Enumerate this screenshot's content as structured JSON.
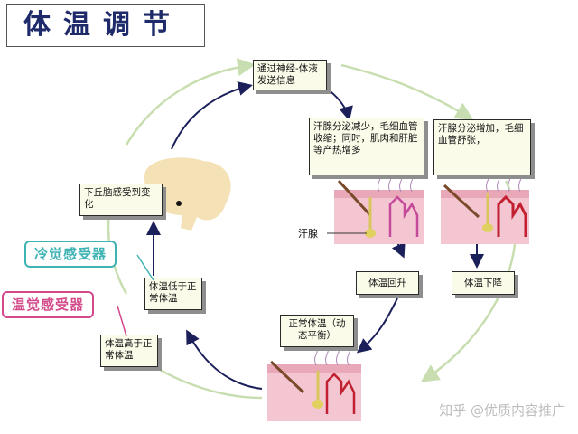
{
  "title": "体温调节",
  "nodes": {
    "signal": "通过神经-体液发送信息",
    "cold_response": "汗腺分泌减少，毛细血管收缩；同时，肌肉和肝脏等产热增多",
    "hot_response": "汗腺分泌增加，毛细血管舒张，",
    "hypothalamus": "下丘脑感受到变化",
    "temp_low": "体温低于正常体温",
    "temp_high": "体温高于正常体温",
    "temp_rise": "体温回升",
    "temp_fall": "体温下降",
    "normal": "正常体温（动态平衡）"
  },
  "labels": {
    "sweat_gland": "汗腺"
  },
  "sensors": {
    "cold": "冷觉感受器",
    "warm": "温觉感受器"
  },
  "watermark": "知乎 @优质内容推广",
  "colors": {
    "dark_arrow": "#1b1f5a",
    "green_cycle": "#c8deb0",
    "cold_sensor": "#3fb3b3",
    "warm_sensor": "#d24a8a",
    "skin": "#f3c6d2",
    "brain": "#f4e1b5"
  }
}
